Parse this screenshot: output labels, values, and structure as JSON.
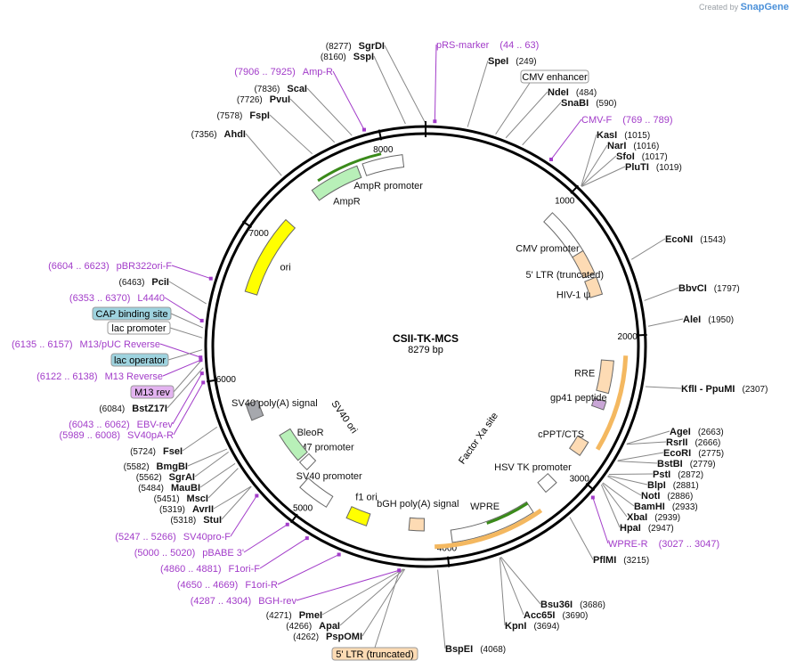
{
  "app": {
    "brand_prefix": "Created by",
    "brand_name": "SnapGene"
  },
  "plasmid": {
    "name": "CSII-TK-MCS",
    "length_label": "8279 bp",
    "length": 8279
  },
  "ticks": [
    "1000",
    "2000",
    "3000",
    "4000",
    "5000",
    "6000",
    "7000",
    "8000"
  ],
  "features": [
    {
      "name": "CMV promoter",
      "start": 1000,
      "end": 1350,
      "color": "#ffffff"
    },
    {
      "name": "5' LTR (truncated)",
      "start": 1350,
      "end": 1530,
      "color": "#fddbb4"
    },
    {
      "name": "HIV-1 ψ",
      "start": 1560,
      "end": 1690,
      "color": "#fddbb4"
    },
    {
      "name": "RRE",
      "start": 2170,
      "end": 2400,
      "color": "#fddbb4"
    },
    {
      "name": "gp41 peptide",
      "start": 2460,
      "end": 2520,
      "color": "#c9a6d6"
    },
    {
      "name": "cPPT/CTS",
      "start": 2770,
      "end": 2880,
      "color": "#fddbb4"
    },
    {
      "name": "HSV TK promoter",
      "start": 3130,
      "end": 3230,
      "color": "#ffffff"
    },
    {
      "name": "WPRE",
      "start": 3380,
      "end": 3960,
      "color": "#ffffff"
    },
    {
      "name": "bGH poly(A) signal",
      "start": 4150,
      "end": 4260,
      "color": "#fddbb4"
    },
    {
      "name": "f1 ori",
      "start": 4560,
      "end": 4710,
      "color": "#ffff00"
    },
    {
      "name": "SV40 promoter",
      "start": 4870,
      "end": 5100,
      "color": "#ffffff"
    },
    {
      "name": "EM7 promoter",
      "start": 5150,
      "end": 5230,
      "color": "#ffffff"
    },
    {
      "name": "BleoR",
      "start": 5250,
      "end": 5490,
      "color": "#b8f0b8"
    },
    {
      "name": "SV40 poly(A) signal",
      "start": 5680,
      "end": 5800,
      "color": "#a6a8ad"
    },
    {
      "name": "ori",
      "start": 6600,
      "end": 7180,
      "color": "#ffff00"
    },
    {
      "name": "AmpR",
      "start": 7450,
      "end": 7800,
      "color": "#b8f0b8"
    },
    {
      "name": "AmpR promoter",
      "start": 7840,
      "end": 8120,
      "color": "#ffffff"
    }
  ],
  "inner_labels": [
    {
      "text": "SV40 ori"
    },
    {
      "text": "Factor Xa site"
    }
  ],
  "right_site_labels": [
    {
      "name": "SgrDI",
      "pos": "(8277)"
    },
    {
      "name": "SspI",
      "pos": "(8160)"
    },
    {
      "name": "SpeI",
      "pos": "(249)"
    },
    {
      "name": "NdeI",
      "pos": "(484)"
    },
    {
      "name": "SnaBI",
      "pos": "(590)"
    },
    {
      "name": "KasI",
      "pos": "(1015)"
    },
    {
      "name": "NarI",
      "pos": "(1016)"
    },
    {
      "name": "SfoI",
      "pos": "(1017)"
    },
    {
      "name": "PluTI",
      "pos": "(1019)"
    },
    {
      "name": "EcoNI",
      "pos": "(1543)"
    },
    {
      "name": "BbvCI",
      "pos": "(1797)"
    },
    {
      "name": "AleI",
      "pos": "(1950)"
    },
    {
      "name": "KflI  - PpuMI",
      "pos": "(2307)"
    },
    {
      "name": "AgeI",
      "pos": "(2663)"
    },
    {
      "name": "RsrII",
      "pos": "(2666)"
    },
    {
      "name": "EcoRI",
      "pos": "(2775)"
    },
    {
      "name": "BstBI",
      "pos": "(2779)"
    },
    {
      "name": "PstI",
      "pos": "(2872)"
    },
    {
      "name": "BlpI",
      "pos": "(2881)"
    },
    {
      "name": "NotI",
      "pos": "(2886)"
    },
    {
      "name": "BamHI",
      "pos": "(2933)"
    },
    {
      "name": "XbaI",
      "pos": "(2939)"
    },
    {
      "name": "HpaI",
      "pos": "(2947)"
    },
    {
      "name": "PflMI",
      "pos": "(3215)"
    },
    {
      "name": "Bsu36I",
      "pos": "(3686)"
    },
    {
      "name": "Acc65I",
      "pos": "(3690)"
    },
    {
      "name": "KpnI",
      "pos": "(3694)"
    },
    {
      "name": "BspEI",
      "pos": "(4068)"
    }
  ],
  "left_site_labels": [
    {
      "name": "ScaI",
      "pos": "(7836)"
    },
    {
      "name": "PvuI",
      "pos": "(7726)"
    },
    {
      "name": "FspI",
      "pos": "(7578)"
    },
    {
      "name": "AhdI",
      "pos": "(7356)"
    },
    {
      "name": "PciI",
      "pos": "(6463)"
    },
    {
      "name": "BstZ17I",
      "pos": "(6084)"
    },
    {
      "name": "FseI",
      "pos": "(5724)"
    },
    {
      "name": "BmgBI",
      "pos": "(5582)"
    },
    {
      "name": "SgrAI",
      "pos": "(5562)"
    },
    {
      "name": "MauBI",
      "pos": "(5484)"
    },
    {
      "name": "MscI",
      "pos": "(5451)"
    },
    {
      "name": "AvrII",
      "pos": "(5319)"
    },
    {
      "name": "StuI",
      "pos": "(5318)"
    },
    {
      "name": "PmeI",
      "pos": "(4271)"
    },
    {
      "name": "ApaI",
      "pos": "(4266)"
    },
    {
      "name": "PspOMI",
      "pos": "(4262)"
    }
  ],
  "primer_labels": [
    {
      "name": "pRS-marker",
      "range": "(44 .. 63)"
    },
    {
      "name": "Amp-R",
      "range": "(7906 .. 7925)"
    },
    {
      "name": "CMV-F",
      "range": "(769 .. 789)"
    },
    {
      "name": "pBR322ori-F",
      "range": "(6604 .. 6623)"
    },
    {
      "name": "L4440",
      "range": "(6353 .. 6370)"
    },
    {
      "name": "M13/pUC Reverse",
      "range": "(6135 .. 6157)"
    },
    {
      "name": "M13 Reverse",
      "range": "(6122 .. 6138)"
    },
    {
      "name": "EBV-rev",
      "range": "(6043 .. 6062)"
    },
    {
      "name": "SV40pA-R",
      "range": "(5989 .. 6008)"
    },
    {
      "name": "SV40pro-F",
      "range": "(5247 .. 5266)"
    },
    {
      "name": "pBABE 3'",
      "range": "(5000 .. 5020)"
    },
    {
      "name": "F1ori-F",
      "range": "(4860 .. 4881)"
    },
    {
      "name": "F1ori-R",
      "range": "(4650 .. 4669)"
    },
    {
      "name": "BGH-rev",
      "range": "(4287 .. 4304)"
    },
    {
      "name": "WPRE-R",
      "range": "(3027 .. 3047)"
    }
  ],
  "boxed_labels": [
    {
      "text": "CMV enhancer",
      "fill": "#ffffff"
    },
    {
      "text": "CAP binding site",
      "fill": "#9ed3df"
    },
    {
      "text": "lac promoter",
      "fill": "#ffffff"
    },
    {
      "text": "lac operator",
      "fill": "#9ed3df"
    },
    {
      "text": "M13 rev",
      "fill": "#e3b3f0"
    },
    {
      "text": "5' LTR (truncated)",
      "fill": "#fddbb4"
    }
  ]
}
